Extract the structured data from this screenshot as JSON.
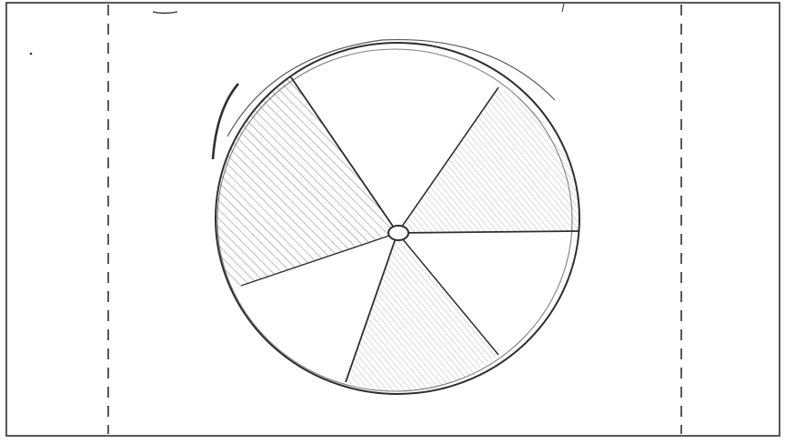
{
  "figure": {
    "description_kind": "hand-drawn sketch",
    "sector_count": 6,
    "shaded_sectors": 3
  },
  "colors": {
    "ink": "#2e2e2e",
    "hatch": "#6a6a6a",
    "paper": "#ffffff"
  }
}
